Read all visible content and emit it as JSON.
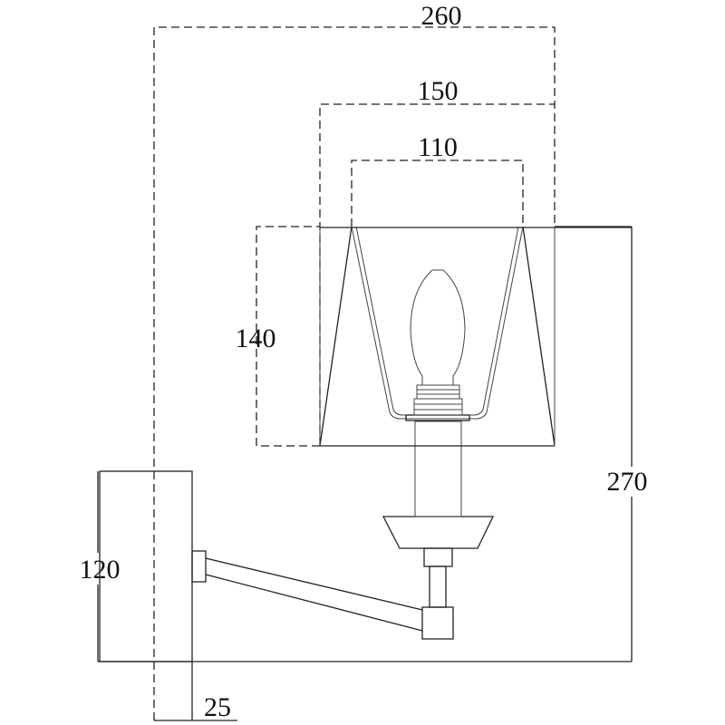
{
  "title": "Wall lamp dimension drawing",
  "dimensions": {
    "overall_depth": "260",
    "shade_top_width": "150",
    "shade_inner_width": "110",
    "shade_height": "140",
    "overall_height": "270",
    "backplate_height": "120",
    "backplate_depth": "25"
  },
  "colors": {
    "line": "#222222",
    "background": "#ffffff"
  }
}
